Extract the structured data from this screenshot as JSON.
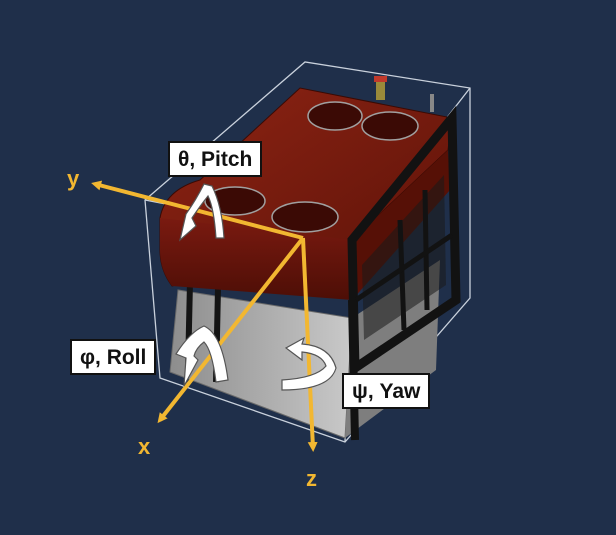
{
  "axes": {
    "x": "x",
    "y": "y",
    "z": "z"
  },
  "motions": {
    "pitch": "θ, Pitch",
    "roll": "φ, Roll",
    "yaw": "ψ, Yaw"
  },
  "colors": {
    "background": "#1f2f4a",
    "axis": "#f2b731",
    "hull": "#7a1a10",
    "frame": "#1a1a1a",
    "base_plate": "#b8b8b8"
  }
}
